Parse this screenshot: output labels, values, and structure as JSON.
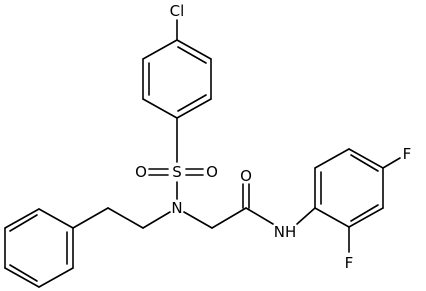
{
  "colors": {
    "bond": "#000000",
    "background": "#ffffff"
  },
  "atoms": {
    "cl": "Cl",
    "s": "S",
    "o_left": "O",
    "o_right": "O",
    "n_sulfonamide": "N",
    "o_carbonyl": "O",
    "nh_amide": "NH",
    "f_para": "F",
    "f_ortho": "F"
  }
}
